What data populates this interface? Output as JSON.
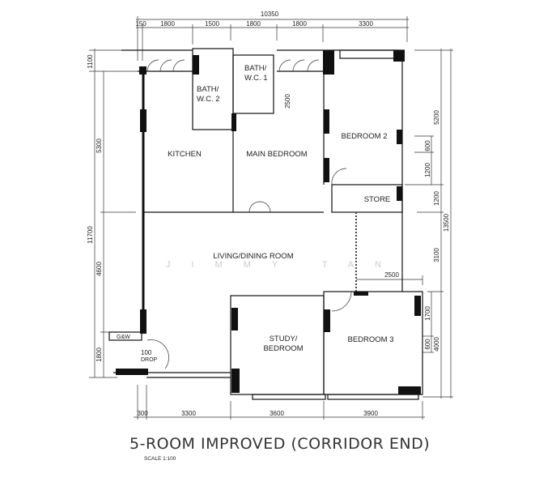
{
  "title": "5-ROOM IMPROVED (CORRIDOR END)",
  "scale": "SCALE 1:100",
  "watermark": "JIMMY TAN",
  "rooms": {
    "kitchen": "KITCHEN",
    "main_bedroom": "MAIN BEDROOM",
    "bedroom2": "BEDROOM 2",
    "store": "STORE",
    "living": "LIVING/DINING ROOM",
    "study_1": "STUDY/",
    "study_2": "BEDROOM",
    "bedroom3": "BEDROOM 3",
    "bath1_1": "BATH/",
    "bath1_2": "W.C.  1",
    "bath2_1": "BATH/",
    "bath2_2": "W.C. 2",
    "gw": "G&W",
    "drop_1": "100",
    "drop_2": "DROP"
  },
  "dimensions": {
    "top_total": "10350",
    "top": [
      "150",
      "1800",
      "1500",
      "1800",
      "1800",
      "3300"
    ],
    "left_total": "11700",
    "left": [
      "1100",
      "5300",
      "4600",
      "1800"
    ],
    "right_total": "13500",
    "right": [
      "5200",
      "1200",
      "3100",
      "4000"
    ],
    "right_inner": [
      "600",
      "1200",
      "1700",
      "600"
    ],
    "balcony": "2500",
    "bath": "2500",
    "bottom": [
      "300",
      "3300",
      "3600",
      "3900"
    ]
  }
}
